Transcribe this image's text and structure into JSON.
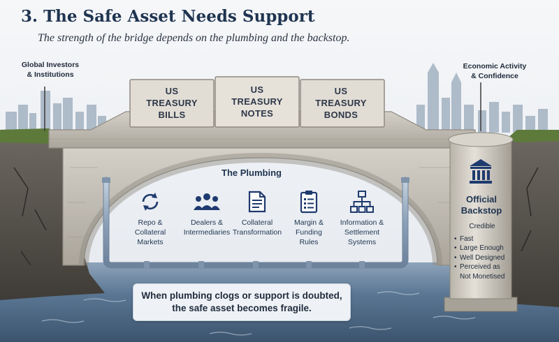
{
  "header": {
    "title": "3. The Safe Asset Needs Support",
    "subtitle": "The strength of the bridge depends on the plumbing and the backstop."
  },
  "banks": {
    "left": [
      "Global Investors",
      "& Institutions"
    ],
    "right": [
      "Economic Activity",
      "& Confidence"
    ]
  },
  "deck_blocks": [
    [
      "US",
      "TREASURY",
      "BILLS"
    ],
    [
      "US",
      "TREASURY",
      "NOTES"
    ],
    [
      "US",
      "TREASURY",
      "BONDS"
    ]
  ],
  "plumbing": {
    "title": "The Plumbing",
    "items": [
      {
        "icon": "refresh-cycle-icon",
        "lines": [
          "Repo &",
          "Collateral",
          "Markets"
        ]
      },
      {
        "icon": "people-group-icon",
        "lines": [
          "Dealers &",
          "Intermediaries"
        ]
      },
      {
        "icon": "document-icon",
        "lines": [
          "Collateral",
          "Transformation"
        ]
      },
      {
        "icon": "clipboard-checklist-icon",
        "lines": [
          "Margin &",
          "Funding",
          "Rules"
        ]
      },
      {
        "icon": "network-hierarchy-icon",
        "lines": [
          "Information &",
          "Settlement",
          "Systems"
        ]
      }
    ]
  },
  "backstop": {
    "icon": "bank-building-icon",
    "title": [
      "Official",
      "Backstop"
    ],
    "heading": "Credible",
    "bullets": [
      "Fast",
      "Large Enough",
      "Well Designed",
      "Perceived as"
    ],
    "continuation": "Not Monetised"
  },
  "callout": [
    "When plumbing clogs or support is doubted,",
    "the safe asset becomes fragile."
  ],
  "colors": {
    "title": "#1f3450",
    "stone": "#bdb8ae",
    "stone_dark": "#8f8a80",
    "water": "#4c6b88",
    "pipe": "#9fb1c6",
    "icon": "#1f3a6e"
  }
}
